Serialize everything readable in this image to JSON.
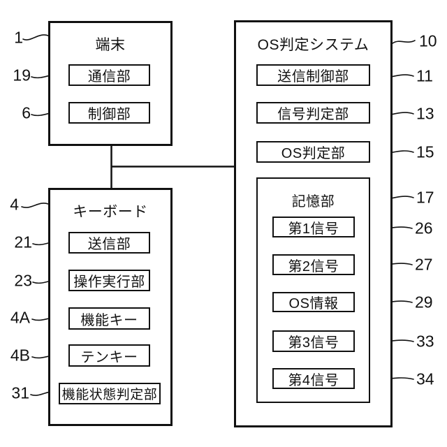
{
  "figure": {
    "terminal": {
      "ref": "1",
      "title": "端末",
      "units": [
        {
          "ref": "19",
          "label": "通信部"
        },
        {
          "ref": "6",
          "label": "制御部"
        }
      ]
    },
    "keyboard": {
      "ref": "4",
      "title": "キーボード",
      "units": [
        {
          "ref": "21",
          "label": "送信部"
        },
        {
          "ref": "23",
          "label": "操作実行部"
        },
        {
          "ref": "4A",
          "label": "機能キー"
        },
        {
          "ref": "4B",
          "label": "テンキー"
        },
        {
          "ref": "31",
          "label": "機能状態判定部"
        }
      ]
    },
    "os_system": {
      "ref": "10",
      "title": "OS判定システム",
      "units": [
        {
          "ref": "11",
          "label": "送信制御部"
        },
        {
          "ref": "13",
          "label": "信号判定部"
        },
        {
          "ref": "15",
          "label": "OS判定部"
        }
      ],
      "storage": {
        "ref": "17",
        "title": "記憶部",
        "units": [
          {
            "ref": "26",
            "label": "第1信号"
          },
          {
            "ref": "27",
            "label": "第2信号"
          },
          {
            "ref": "29",
            "label": "OS情報"
          },
          {
            "ref": "33",
            "label": "第3信号"
          },
          {
            "ref": "34",
            "label": "第4信号"
          }
        ]
      }
    },
    "colors": {
      "line": "#111111",
      "background": "#ffffff"
    }
  }
}
